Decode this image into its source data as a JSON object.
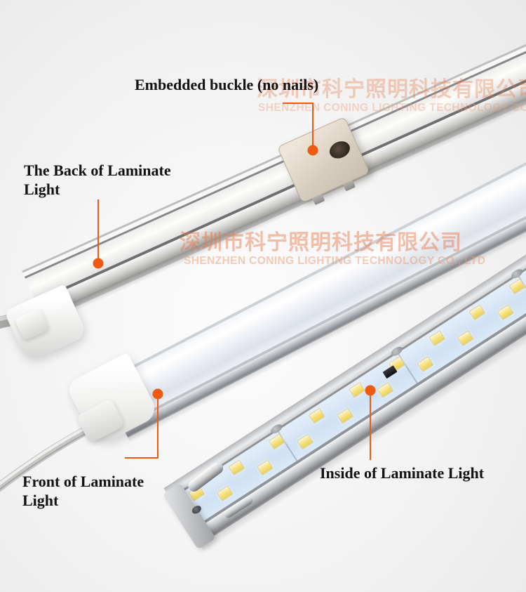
{
  "colors": {
    "accent": "#ee5a12",
    "background": "#f3f3f3",
    "watermark_cn": "#e87848",
    "watermark_en": "#f09a72",
    "label_text": "#121212"
  },
  "labels": {
    "embedded_buckle": "Embedded buckle (no nails)",
    "back": "The Back of Laminate Light",
    "front": "Front of Laminate Light",
    "inside": "Inside of Laminate Light"
  },
  "watermark": {
    "cn": "深圳市科宁照明科技有限公司",
    "en": "SHENZHEN CONING LIGHTING TECHNOLOGY CO., LTD"
  },
  "inside_bar": {
    "led_count": 18
  }
}
